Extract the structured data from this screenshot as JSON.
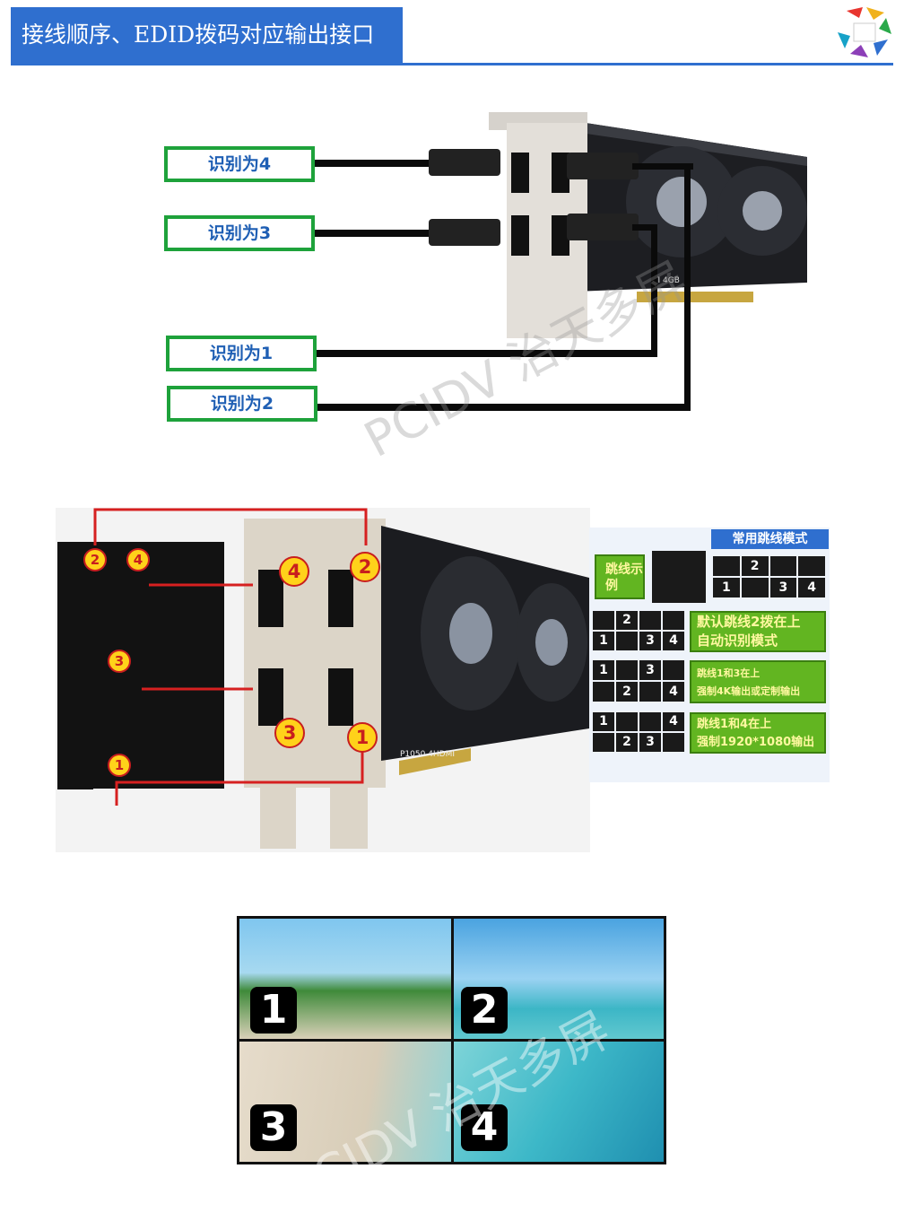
{
  "header": {
    "title": "接线顺序、EDID拨码对应输出接口",
    "logo_icon": "ttt-logo-icon",
    "accent_color": "#2f6fcf"
  },
  "section1": {
    "labels": [
      "识别为4",
      "识别为3",
      "识别为1",
      "识别为2"
    ],
    "card_model": "TI 4GB",
    "watermark": "PCIDV 治天多屏"
  },
  "section2": {
    "card_badges": [
      "4",
      "2",
      "3",
      "1"
    ],
    "board_badges": [
      "2",
      "4",
      "3",
      "1"
    ],
    "card_model": "P1050 4HDMI",
    "jumper_panel": {
      "title": "常用跳线模式",
      "example_label": "跳线示例",
      "example_grid": {
        "top": [
          "",
          "2",
          "",
          ""
        ],
        "bottom": [
          "1",
          "",
          "3",
          "4"
        ]
      },
      "modes": [
        {
          "top": [
            "",
            "2",
            "",
            ""
          ],
          "bottom": [
            "1",
            "",
            "3",
            "4"
          ],
          "desc": [
            "默认跳线2拨在上",
            "自动识别模式"
          ]
        },
        {
          "top": [
            "1",
            "",
            "3",
            ""
          ],
          "bottom": [
            "",
            "2",
            "",
            "4"
          ],
          "desc": [
            "跳线1和3在上",
            "强制4K输出或定制输出"
          ]
        },
        {
          "top": [
            "1",
            "",
            "",
            "4"
          ],
          "bottom": [
            "",
            "2",
            "3",
            ""
          ],
          "desc": [
            "跳线1和4在上",
            "强制1920*1080输出"
          ]
        }
      ]
    }
  },
  "section3": {
    "tiles": [
      "1",
      "2",
      "3",
      "4"
    ],
    "watermark": "PCIDV 治天多屏"
  }
}
